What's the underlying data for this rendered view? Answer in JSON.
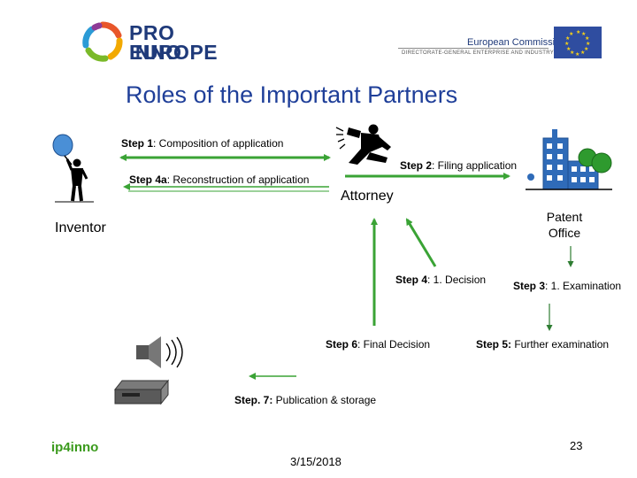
{
  "header": {
    "logo_line1": "PRO INNO",
    "logo_line2": "EUROPE",
    "ec_name": "European Commission",
    "ec_sub": "DIRECTORATE-GENERAL ENTERPRISE AND INDUSTRY"
  },
  "title": "Roles of the Important Partners",
  "actors": {
    "inventor": "Inventor",
    "attorney": "Attorney",
    "patent_office_line1": "Patent",
    "patent_office_line2": "Office"
  },
  "steps": {
    "s1": {
      "label": "Step 1",
      "text": ": Composition of application"
    },
    "s2": {
      "label": "Step 2",
      "text": ": Filing application"
    },
    "s4a": {
      "label": "Step 4a",
      "text": ": Reconstruction of application"
    },
    "s4": {
      "label": "Step 4",
      "text": ": 1. Decision"
    },
    "s3": {
      "label": "Step 3",
      "text": ": 1. Examination"
    },
    "s6": {
      "label": "Step 6",
      "text": ": Final Decision"
    },
    "s5": {
      "label": "Step 5:",
      "text": " Further examination"
    },
    "s7": {
      "label": "Step. 7:",
      "text": " Publication & storage"
    }
  },
  "footer": {
    "left": "ip4inno",
    "date": "3/15/2018",
    "page": "23"
  },
  "colors": {
    "arrow_green": "#3aa335",
    "arrow_dark": "#2e7d32",
    "title_blue": "#1f3f99",
    "ec_flag_blue": "#2f4da0",
    "building_blue": "#2f6bb8",
    "tree_green": "#2e9a2e",
    "footer_green": "#3a9a1c"
  }
}
